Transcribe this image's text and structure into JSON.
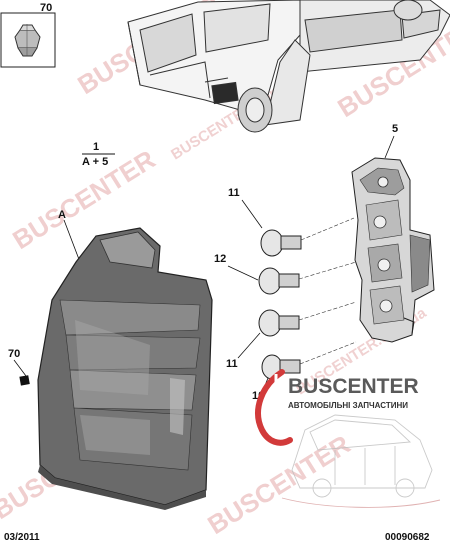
{
  "callouts": {
    "item_70_top": "70",
    "item_70_left": "70",
    "item_1": "1",
    "item_1_formula": "A + 5",
    "item_A": "A",
    "item_5": "5",
    "item_11_top": "11",
    "item_12": "12",
    "item_11_bottom": "11",
    "item_10": "10"
  },
  "footer": {
    "date": "03/2011",
    "reference": "00090682"
  },
  "brand": {
    "name": "BUSCENTER",
    "tagline": "АВТОМОБІЛЬНІ ЗАПЧАСТИНИ",
    "watermark": "BUSCENTER",
    "watermark_domain": "BUSCENTER.com.ua",
    "color": "#d23a3a"
  }
}
